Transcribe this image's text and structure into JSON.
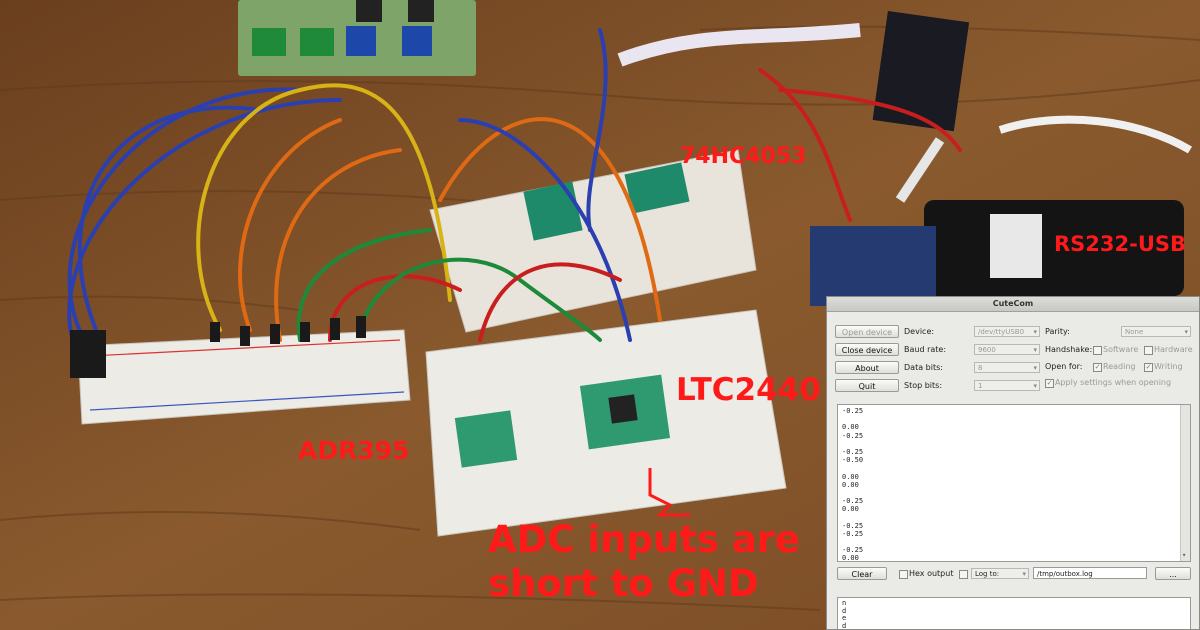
{
  "annotations": {
    "chip_mux": "74HC4053",
    "adapter": "RS232-USB",
    "adc_chip": "LTC2440",
    "reference": "ADR395",
    "note_line1": "ADC inputs are",
    "note_line2": "short to GND"
  },
  "cutecom": {
    "title": "CuteCom",
    "buttons": {
      "open_device": "Open device",
      "close_device": "Close device",
      "about": "About",
      "quit": "Quit",
      "clear": "Clear",
      "browse": "..."
    },
    "labels": {
      "device": "Device:",
      "baud_rate": "Baud rate:",
      "data_bits": "Data bits:",
      "stop_bits": "Stop bits:",
      "parity": "Parity:",
      "handshake": "Handshake:",
      "software": "Software",
      "hardware": "Hardware",
      "open_for": "Open for:",
      "reading": "Reading",
      "writing": "Writing",
      "apply_settings": "Apply settings when opening",
      "hex_output": "Hex output",
      "log_to": "Log to:"
    },
    "values": {
      "device": "/dev/ttyUSB0",
      "baud_rate": "9600",
      "data_bits": "8",
      "stop_bits": "1",
      "parity": "None",
      "log_file": "/tmp/outbox.log"
    },
    "output_lines": [
      "-0.25",
      "",
      "0.00",
      "-0.25",
      "",
      "-0.25",
      "-0.50",
      "",
      "0.00",
      "0.00",
      "",
      "-0.25",
      "0.00",
      "",
      "-0.25",
      "-0.25",
      "",
      "-0.25",
      "0.00"
    ],
    "input_lines": [
      "n",
      "d",
      "e",
      "d"
    ]
  },
  "colors": {
    "annotation": "#ff1a1a",
    "wood": "#7a4e28"
  }
}
